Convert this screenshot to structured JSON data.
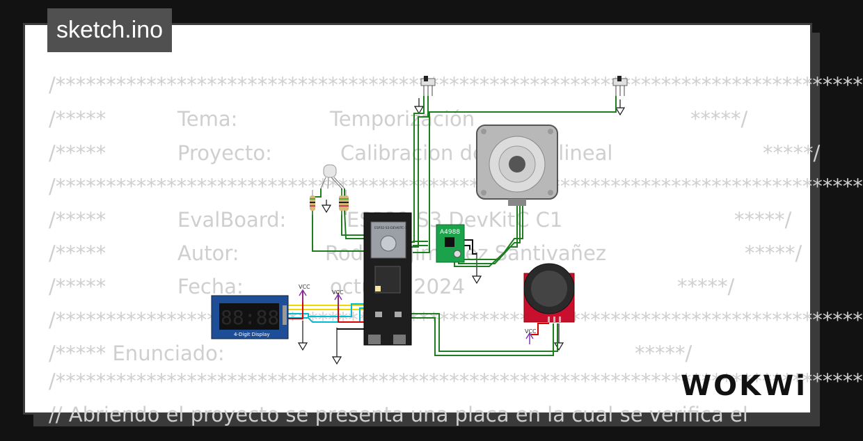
{
  "file_tab": {
    "label": "sketch.ino"
  },
  "code": {
    "stars_line": "/********************************************************************************",
    "tema": {
      "prefix": "/*****",
      "label": "Tema:",
      "value": "Temporización",
      "suffix": "*****/"
    },
    "proyecto": {
      "prefix": "/*****",
      "label": "Proyecto:",
      "value": "Calibracion de motor lineal",
      "suffix": "*****/"
    },
    "evalboard": {
      "prefix": "/*****",
      "label": "EvalBoard:",
      "value": "ESP32 S3 DevKitC C1",
      "suffix": "*****/"
    },
    "autor": {
      "prefix": "/*****",
      "label": "Autor:",
      "value": "Rodrigo Jiménez Santivañez",
      "suffix": "*****/"
    },
    "fecha": {
      "prefix": "/*****",
      "label": "Fecha:",
      "value": "octubre 2024",
      "suffix": "*****/"
    },
    "enunciado": {
      "prefix": "/***** Enunciado:",
      "suffix": "*****/"
    },
    "last_line": "// Abriendo el proyecto se presenta una placa en la cual se verifica el"
  },
  "diagram": {
    "display_label": "4-Digit Display",
    "display_digits": "88:88",
    "driver_label": "A4988",
    "vcc_label": "VCC",
    "board_label": "ESP32-S3-DEVKITC-1"
  },
  "brand": {
    "logo_text": "WOKWi"
  },
  "colors": {
    "background": "#121212",
    "frame_border": "#3c3c3c",
    "code_text": "#cfcfcf",
    "tag_bg": "#505050",
    "wire_green": "#1e7d1e",
    "wire_red": "#dd0000",
    "wire_cyan": "#00bcd4",
    "wire_yellow": "#f2d600",
    "wire_black": "#111111",
    "display_blue": "#1f4e99",
    "driver_green": "#1aa34a",
    "joystick_red": "#c8102e"
  }
}
